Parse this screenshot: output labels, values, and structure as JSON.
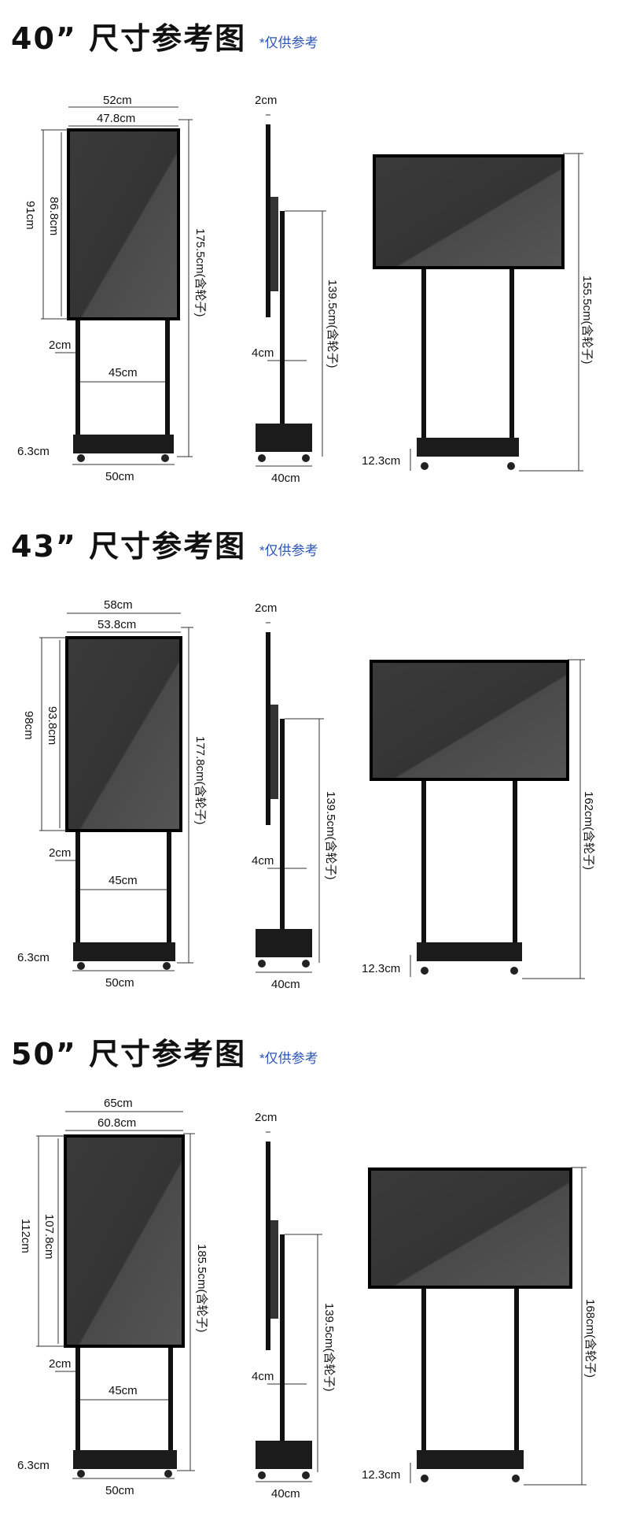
{
  "sections": [
    {
      "title": "40” 尺寸参考图",
      "note": "*仅供参考",
      "front": {
        "outer_width": "52cm",
        "screen_width": "47.8cm",
        "outer_height": "91cm",
        "screen_height": "86.8cm",
        "total_height": "175.5cm(含轮子)",
        "pole": "2cm",
        "pole_gap": "45cm",
        "base_height": "6.3cm",
        "base_width": "50cm"
      },
      "side": {
        "thickness": "2cm",
        "mount_height": "139.5cm(含轮子)",
        "pole": "4cm",
        "base_depth": "40cm"
      },
      "landscape": {
        "total_height": "155.5cm(含轮子)",
        "base_height": "12.3cm"
      }
    },
    {
      "title": "43” 尺寸参考图",
      "note": "*仅供参考",
      "front": {
        "outer_width": "58cm",
        "screen_width": "53.8cm",
        "outer_height": "98cm",
        "screen_height": "93.8cm",
        "total_height": "177.8cm(含轮子)",
        "pole": "2cm",
        "pole_gap": "45cm",
        "base_height": "6.3cm",
        "base_width": "50cm"
      },
      "side": {
        "thickness": "2cm",
        "mount_height": "139.5cm(含轮子)",
        "pole": "4cm",
        "base_depth": "40cm"
      },
      "landscape": {
        "total_height": "162cm(含轮子)",
        "base_height": "12.3cm"
      }
    },
    {
      "title": "50” 尺寸参考图",
      "note": "*仅供参考",
      "front": {
        "outer_width": "65cm",
        "screen_width": "60.8cm",
        "outer_height": "112cm",
        "screen_height": "107.8cm",
        "total_height": "185.5cm(含轮子)",
        "pole": "2cm",
        "pole_gap": "45cm",
        "base_height": "6.3cm",
        "base_width": "50cm"
      },
      "side": {
        "thickness": "2cm",
        "mount_height": "139.5cm(含轮子)",
        "pole": "4cm",
        "base_depth": "40cm"
      },
      "landscape": {
        "total_height": "168cm(含轮子)",
        "base_height": "12.3cm"
      }
    }
  ]
}
